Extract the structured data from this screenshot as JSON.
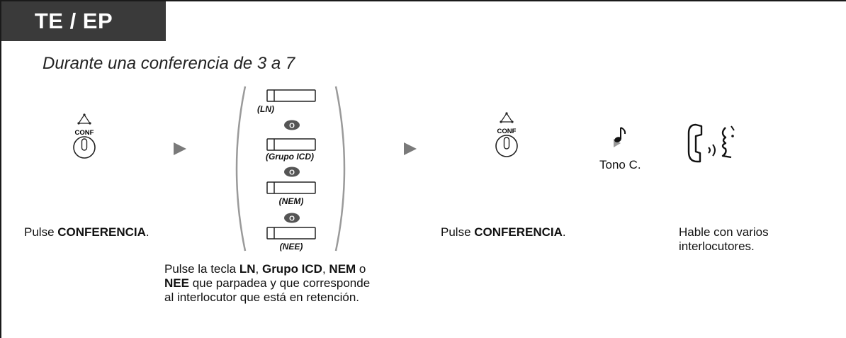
{
  "header": {
    "tag": "TE / EP"
  },
  "subtitle": "Durante una conferencia de 3 a 7",
  "conf_key": {
    "text": "CONF"
  },
  "steps": {
    "step1": {
      "prefix": "Pulse ",
      "bold": "CONFERENCIA",
      "suffix": "."
    },
    "step3": {
      "prefix": "Pulse ",
      "bold": "CONFERENCIA",
      "suffix": "."
    },
    "tone": "Tono C.",
    "talk_line1": "Hable con varios",
    "talk_line2": "interlocutores."
  },
  "keys": {
    "ln": "(LN)",
    "grupo": "(Grupo ICD)",
    "nem": "(NEM)",
    "nee": "(NEE)",
    "or_text": "O"
  },
  "description": {
    "p1": "Pulse la tecla ",
    "b1": "LN",
    "p2": ", ",
    "b2": "Grupo ICD",
    "p3": ", ",
    "b3": "NEM",
    "p4": " o",
    "b4": "NEE",
    "p5": " que parpadea y que corresponde",
    "line3": "al interlocutor que está en retención."
  }
}
